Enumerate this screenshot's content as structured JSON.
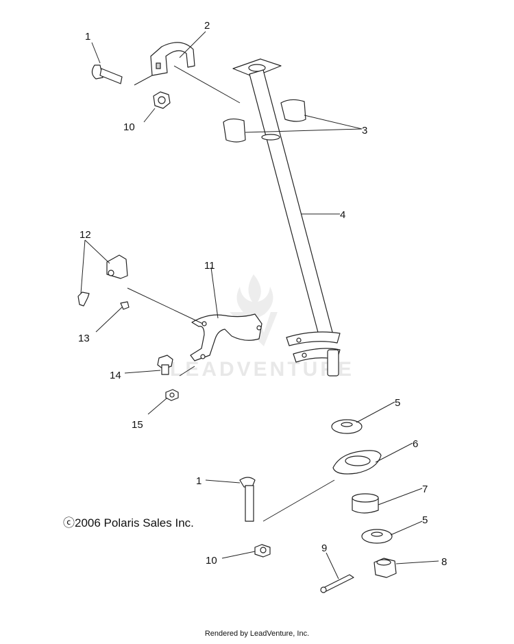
{
  "callouts": {
    "c1_top": "1",
    "c2": "2",
    "c3": "3",
    "c4": "4",
    "c5_top": "5",
    "c6": "6",
    "c7": "7",
    "c5_bottom": "5",
    "c8": "8",
    "c9": "9",
    "c10_top": "10",
    "c10_bottom": "10",
    "c11": "11",
    "c12": "12",
    "c13": "13",
    "c14": "14",
    "c15": "15",
    "c1_bottom": "1"
  },
  "copyright": "ⓒ2006 Polaris Sales Inc.",
  "footer": "Rendered by LeadVenture, Inc.",
  "watermark": "LEADVENTURE"
}
